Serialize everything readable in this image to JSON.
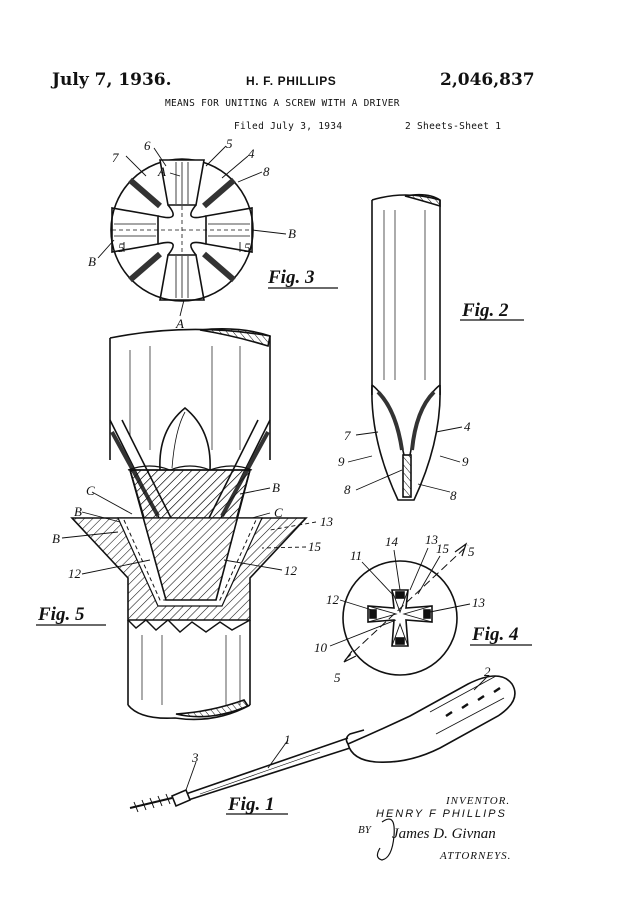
{
  "header": {
    "date": "July 7, 1936.",
    "inventor": "H. F. PHILLIPS",
    "patent_number": "2,046,837",
    "title": "MEANS FOR UNITING A SCREW WITH A DRIVER",
    "filed": "Filed July 3, 1934",
    "sheet": "2 Sheets-Sheet 1"
  },
  "figures": {
    "fig1": "Fig. 1",
    "fig2": "Fig. 2",
    "fig3": "Fig. 3",
    "fig4": "Fig. 4",
    "fig5": "Fig. 5"
  },
  "reference_numerals": {
    "n1": "1",
    "n2": "2",
    "n3": "3",
    "n4": "4",
    "n5": "5",
    "n6": "6",
    "n7": "7",
    "n8": "8",
    "n9": "9",
    "n10": "10",
    "n11": "11",
    "n12": "12",
    "n13": "13",
    "n14": "14",
    "n15": "15",
    "A": "A",
    "B": "B",
    "C": "C"
  },
  "signature_block": {
    "inventor_caption": "INVENTOR.",
    "inventor_name": "HENRY F PHILLIPS",
    "by": "BY",
    "attorney_signature": "James D. Givnan",
    "attorneys_caption": "ATTORNEYS."
  }
}
